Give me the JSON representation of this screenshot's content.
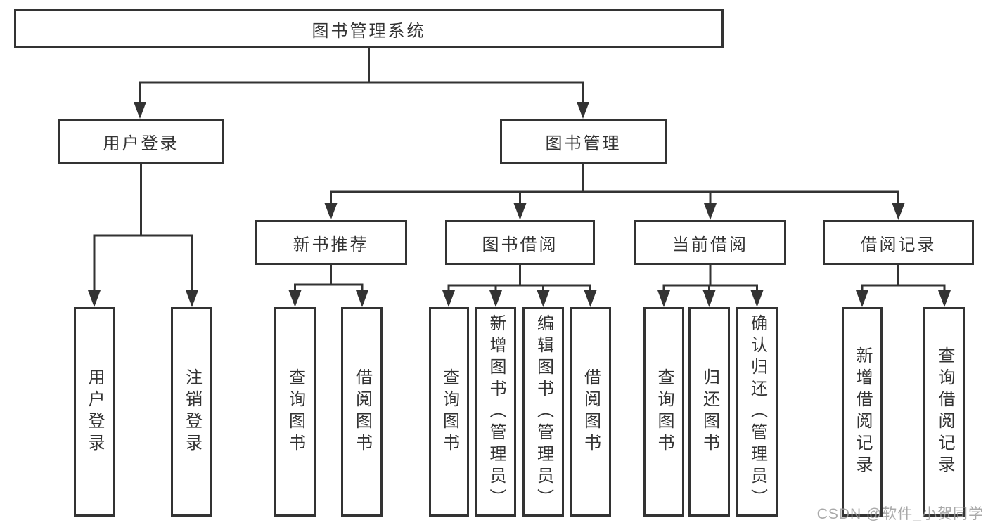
{
  "root": "图书管理系统",
  "user_login": {
    "label": "用户登录",
    "children": {
      "login": "用户登录",
      "logout": "注销登录"
    }
  },
  "book_management": {
    "label": "图书管理",
    "modules": {
      "new_book": {
        "label": "新书推荐",
        "children": {
          "query": "查询图书",
          "borrow": "借阅图书"
        }
      },
      "borrow": {
        "label": "图书借阅",
        "children": {
          "query": "查询图书",
          "add": "新增图书（管理员）",
          "edit": "编辑图书（管理员）",
          "borrow": "借阅图书"
        }
      },
      "current": {
        "label": "当前借阅",
        "children": {
          "query": "查询图书",
          "return": "归还图书",
          "confirm": "确认归还（管理员）"
        }
      },
      "records": {
        "label": "借阅记录",
        "children": {
          "add": "新增借阅记录",
          "query": "查询借阅记录"
        }
      }
    }
  },
  "watermark": "CSDN @软件_小贺同学",
  "colors": {
    "line": "#333333",
    "text": "#333333",
    "background": "#ffffff",
    "watermark": "#9a9a9a"
  }
}
